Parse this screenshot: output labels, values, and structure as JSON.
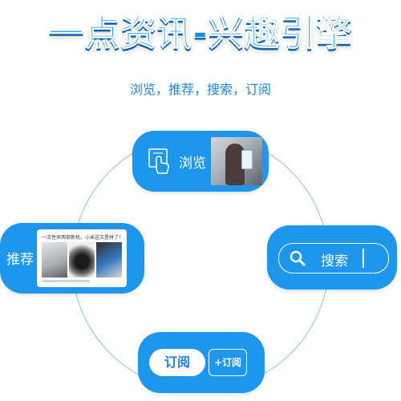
{
  "header": {
    "title": "一点资讯-兴趣引擎",
    "subtitle": "浏览，推荐，搜索，订阅"
  },
  "features": {
    "browse": {
      "label": "浏览",
      "icon": "hand-touch-icon"
    },
    "recommend": {
      "label": "推荐",
      "card_headline": "一次性来两部新机，小米这次是拼了！"
    },
    "search": {
      "label": "搜索",
      "icon": "magnifier-icon"
    },
    "subscribe": {
      "button_label": "订阅",
      "follow_label": "+订阅"
    }
  },
  "colors": {
    "accent": "#1e96eb",
    "title": "#0e8ee8",
    "ring": "#9fc7ec"
  }
}
